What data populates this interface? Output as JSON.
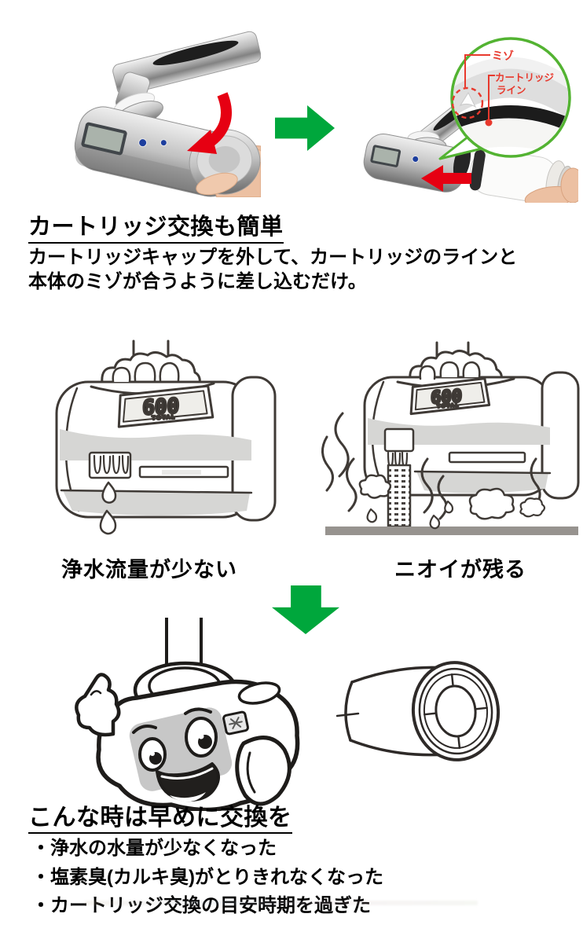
{
  "colors": {
    "green_arrow": "#00a73c",
    "callout_green": "#53b332",
    "red_arrow": "#e60012",
    "label_red": "#e8392d",
    "line_art": "#3f3a36"
  },
  "top_section": {
    "callout": {
      "groove_label": "ミゾ",
      "cartridge_line_label_1": "カートリッジ",
      "cartridge_line_label_2": "ライン"
    }
  },
  "easy_replace_section": {
    "heading": "カートリッジ交換も簡単",
    "body_lines": [
      "カートリッジキャップを外して、カートリッジのラインと",
      "本体のミゾが合うように差し込むだけ。"
    ]
  },
  "symptoms_section": {
    "lcd_value": "600",
    "lcd_caption": "TOTAL",
    "caption_low_flow": "浄水流量が少ない",
    "caption_odor": "ニオイが残る"
  },
  "replace_timing_section": {
    "heading": "こんな時は早めに交換を",
    "bullets": [
      "・浄水の水量が少なくなった",
      "・塩素臭(カルキ臭)がとりきれなくなった",
      "・カートリッジ交換の目安時期を過ぎた"
    ]
  }
}
